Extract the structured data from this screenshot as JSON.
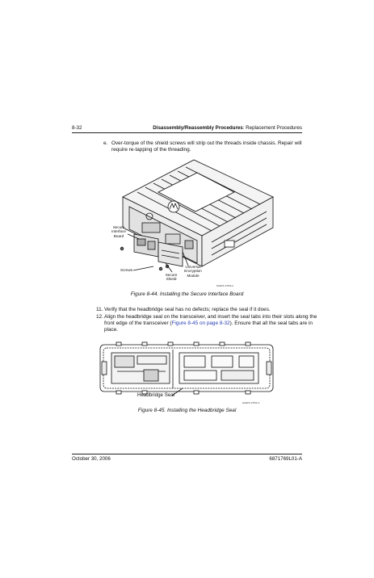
{
  "header": {
    "page_number": "8-32",
    "section_bold": "Disassembly/Reassembly Procedures",
    "section_rest": ": Replacement Procedures"
  },
  "step_e": {
    "marker": "e.",
    "text_line1": "Over-torque of the shield screws will strip out the threads inside chassis. Repair will",
    "text_line2": "require re-tapping of the threading."
  },
  "figure_44": {
    "labels": {
      "secure_interface_board_1": "Secure",
      "secure_interface_board_2": "Interface",
      "secure_interface_board_3": "Board",
      "screws": "Screws",
      "secure_shield_1": "Secure",
      "secure_shield_2": "Shield",
      "universal_encryption_1": "Universal",
      "universal_encryption_2": "Encryption",
      "universal_encryption_3": "Module",
      "image_id": "MAEPF-27669-A"
    },
    "caption": "Figure 8-44.  Installing the Secure Interface Board"
  },
  "step_11": {
    "marker": "11.",
    "text": "Verify that the headbridge seal has no defects; replace the seal if it does."
  },
  "step_12": {
    "marker": "12.",
    "text_line1": "Align the headbridge seal on the transceiver, and insert the seal tabs into their slots along the",
    "text_line2_pre": "front edge of the transceiver (",
    "text_line2_link": "Figure 8-45 on page 8-32",
    "text_line2_post": "). Ensure that all the seal tabs are in",
    "text_line3": "place."
  },
  "figure_45": {
    "labels": {
      "headbridge_seal": "Headbridge Seal",
      "image_id": "MAEPF-27863-O"
    },
    "caption": "Figure 8-45.  Installing the Headbridge Seal"
  },
  "footer": {
    "date": "October 30, 2006",
    "doc_number": "6871769L01-A"
  }
}
